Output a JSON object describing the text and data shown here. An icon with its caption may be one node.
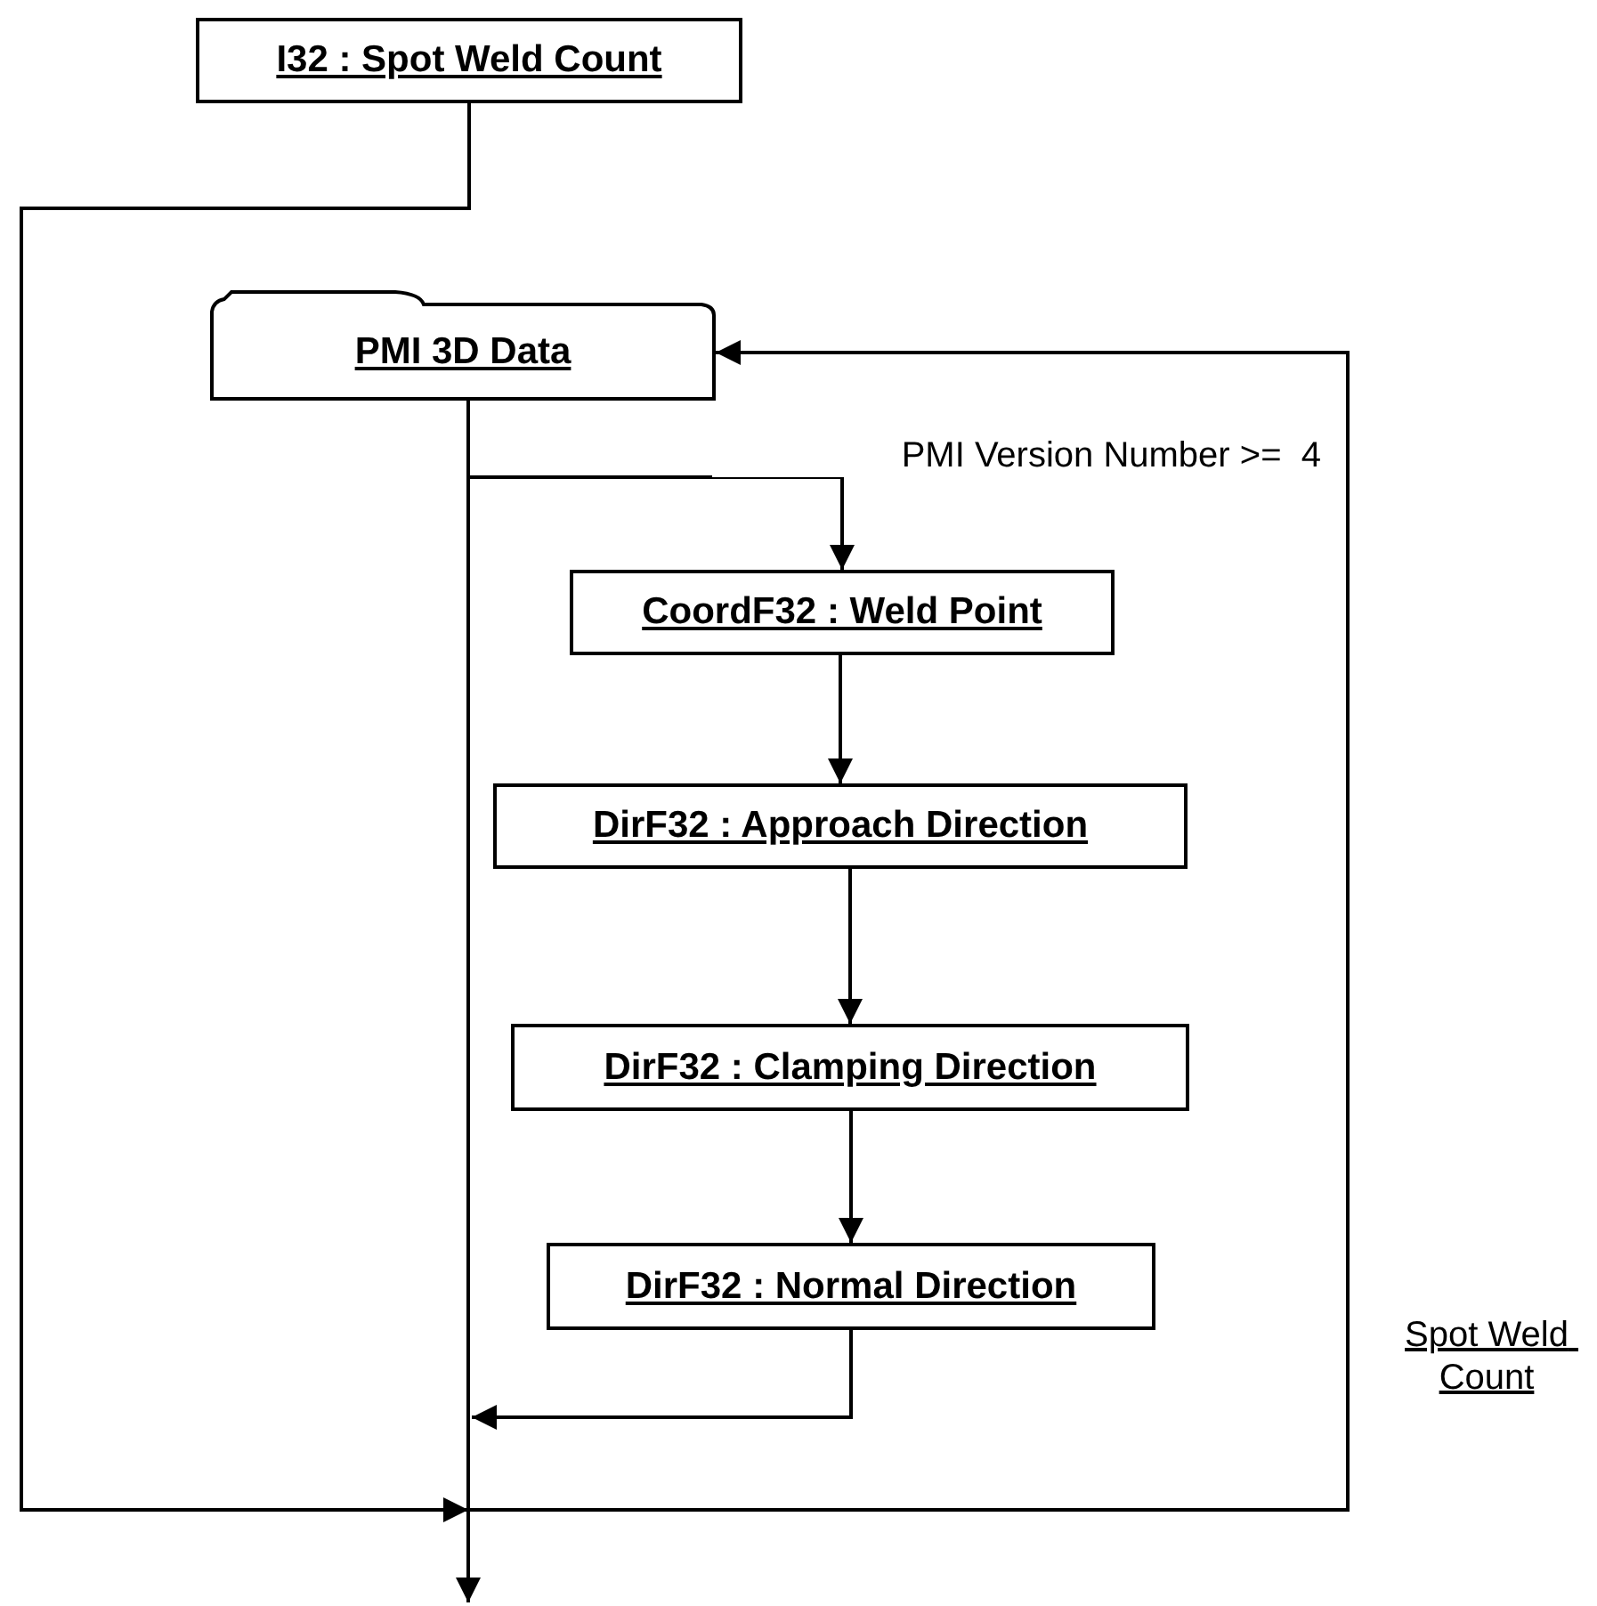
{
  "diagram": {
    "nodes": [
      {
        "text": [
          "I32 : Spot Weld Count"
        ]
      },
      {
        "text": [
          "PMI 3D Data"
        ]
      },
      {
        "text": [
          "CoordF32 : Weld Point"
        ]
      },
      {
        "text": [
          "DirF32 : Approach Direction"
        ]
      },
      {
        "text": [
          "DirF32 : Clamping Direction"
        ]
      },
      {
        "text": [
          "DirF32 : Normal Direction"
        ]
      }
    ],
    "edges": [
      {
        "from": 0,
        "to": null,
        "arrow": "to"
      },
      {
        "from": null,
        "to": 1,
        "arrow": "to",
        "label": "Spot Weld Count"
      },
      {
        "from": 1,
        "to": 2,
        "arrow": "to",
        "label": "PMI Version Number >=  4"
      },
      {
        "from": 2,
        "to": 3,
        "arrow": "to"
      },
      {
        "from": 3,
        "to": 4,
        "arrow": "to"
      },
      {
        "from": 4,
        "to": 5,
        "arrow": "to"
      },
      {
        "from": 5,
        "to": null,
        "arrow": "to"
      },
      {
        "from": 1,
        "to": null,
        "arrow": "to"
      }
    ]
  }
}
